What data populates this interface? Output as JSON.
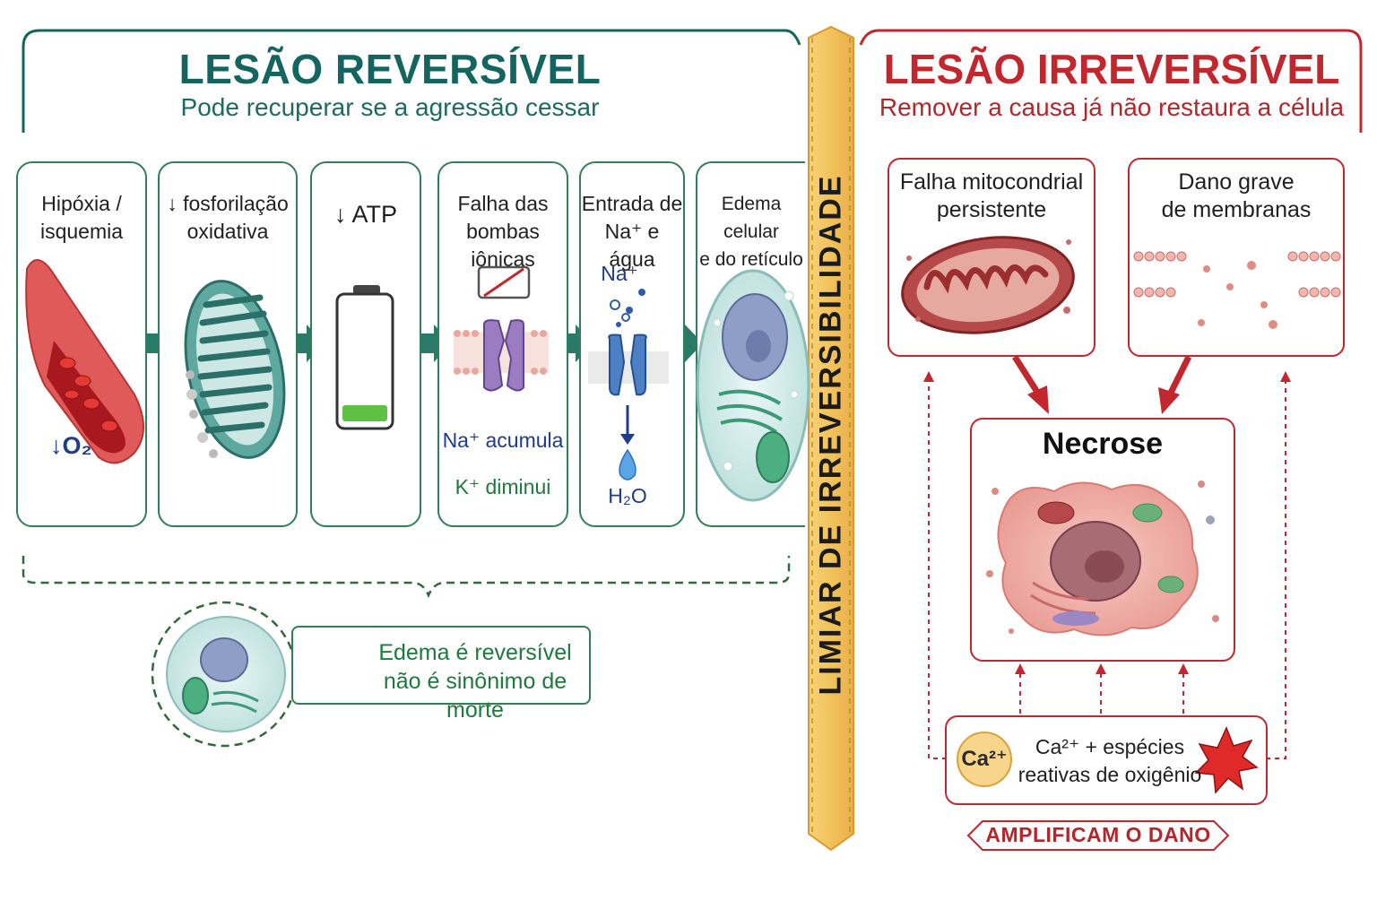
{
  "reversible": {
    "title": "LESÃO REVERSÍVEL",
    "subtitle": "Pode recuperar se a agressão cessar",
    "steps": [
      {
        "line1": "Hipóxia /",
        "line2": "isquemia"
      },
      {
        "line1": "↓ fosforilação",
        "line2": "oxidativa"
      },
      {
        "line1": "↓ ATP",
        "line2": ""
      },
      {
        "line1": "Falha das",
        "line2": "bombas iônicas"
      },
      {
        "line1": "Entrada de",
        "line2": "Na⁺ e água"
      },
      {
        "line1": "Edema celular",
        "line2": "e do retículo"
      }
    ],
    "o2_label": "↓O₂",
    "na_accum": "Na⁺ acumula",
    "k_dec": "K⁺ diminui",
    "na_ion": "Na⁺",
    "water": "H₂O",
    "note_line1": "Edema é reversível",
    "note_line2": "não é sinônimo de morte"
  },
  "threshold": {
    "label": "LIMIAR DE IRREVERSIBILIDADE"
  },
  "irreversible": {
    "title": "LESÃO IRREVERSÍVEL",
    "subtitle": "Remover a causa já não restaura a célula",
    "mito": {
      "line1": "Falha mitocondrial",
      "line2": "persistente"
    },
    "membrane": {
      "line1": "Dano grave",
      "line2": "de membranas"
    },
    "necrosis": "Necrose",
    "ca_badge": "Ca²⁺",
    "factors_line1": "Ca²⁺ + espécies",
    "factors_line2": "reativas de oxigênio",
    "amplify": "AMPLIFICAM O DANO"
  },
  "colors": {
    "teal": "#14655f",
    "green": "#2f7f57",
    "red": "#c1272d",
    "gold": "#f2c14e"
  }
}
